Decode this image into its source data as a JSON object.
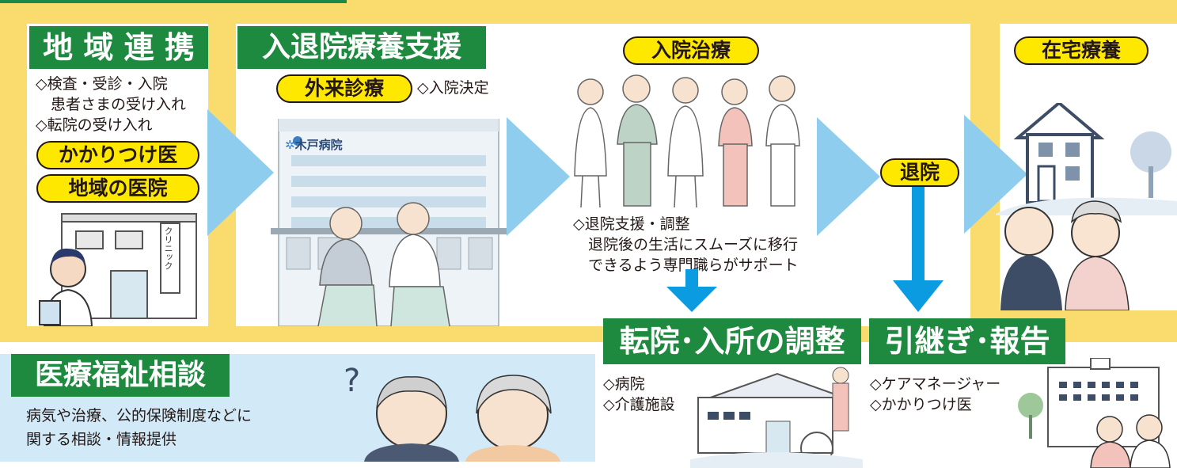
{
  "regional": {
    "title": "地 域 連 携",
    "items": [
      "◇検査・受診・入院",
      "　患者さまの受け入れ",
      "◇転院の受け入れ"
    ],
    "pills": [
      "かかりつけ医",
      "地域の医院"
    ],
    "clinic_sign": "クリニック"
  },
  "admission_support": {
    "title": "入退院療養支援",
    "outpatient_pill": "外来診療",
    "decision": "◇入院決定",
    "hospital_name": "木戸病院"
  },
  "inpatient": {
    "pill": "入院治療",
    "support_lines": [
      "◇退院支援・調整",
      "　退院後の生活にスムーズに移行",
      "　できるよう専門職らがサポート"
    ]
  },
  "discharge": {
    "pill": "退院"
  },
  "home_care": {
    "pill": "在宅療養"
  },
  "transfer": {
    "title": "転院･入所の調整",
    "items": [
      "◇病院",
      "◇介護施設"
    ]
  },
  "handover": {
    "title": "引継ぎ･報告",
    "items": [
      "◇ケアマネージャー",
      "◇かかりつけ医"
    ]
  },
  "welfare": {
    "title": "医療福祉相談",
    "lines": [
      "病気や治療、公的保険制度などに",
      "関する相談・情報提供"
    ]
  },
  "colors": {
    "green": "#1d8a3f",
    "yellow_band": "#fadc6e",
    "pill": "#ffe800",
    "blue_arrow": "#8fcdef",
    "blue_down": "#0a9be0",
    "light_blue": "#d2e9f7"
  }
}
